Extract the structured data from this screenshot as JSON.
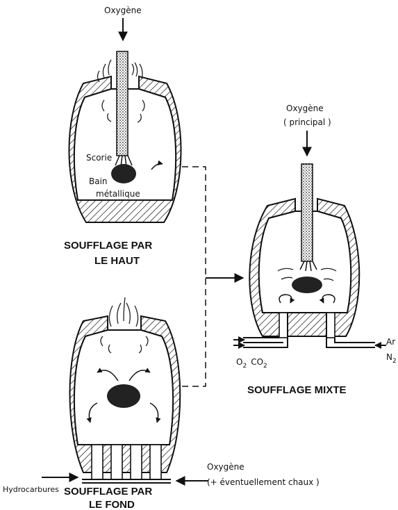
{
  "top_blown": {
    "oxygen_label": "Oxygène",
    "slag_label": "Scorie",
    "bath_label_1": "Bain",
    "bath_label_2": "métallique",
    "title_line1": "SOUFFLAGE PAR",
    "title_line2": "LE HAUT"
  },
  "bottom_blown": {
    "hydrocarbons_label": "Hydrocarbures",
    "oxygen_label": "Oxygène",
    "oxygen_note": "(+ éventuellement chaux )",
    "title_line1": "SOUFFLAGE PAR",
    "title_line2": "LE FOND"
  },
  "mixed_blown": {
    "oxygen_label": "Oxygène",
    "oxygen_note": "( principal )",
    "gas_left_1": "O",
    "gas_left_1_sub": "2",
    "gas_left_2": "CO",
    "gas_left_2_sub": "2",
    "gas_right_1": "Ar",
    "gas_right_2": "N",
    "gas_right_2_sub": "2",
    "title": "SOUFFLAGE MIXTE"
  }
}
